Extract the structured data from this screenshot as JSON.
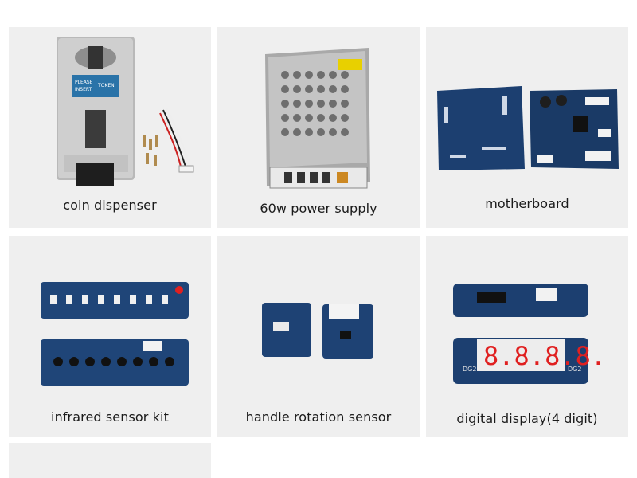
{
  "tiles": [
    {
      "caption": "coin dispenser",
      "label": {
        "line1": "PLEASE",
        "line2": "INSERT",
        "line3": "TOKEN"
      }
    },
    {
      "caption": "60w power supply"
    },
    {
      "caption": "motherboard"
    },
    {
      "caption": "infrared sensor kit"
    },
    {
      "caption": "handle rotation sensor"
    },
    {
      "caption": "digital display(4 digit)",
      "digits": "8.8.8.8.",
      "pads": {
        "left": "DG2",
        "right": "DG2"
      }
    }
  ],
  "colors": {
    "tile_bg": "#efefef",
    "pcb": "#1c3f70",
    "display_red": "#e02020"
  }
}
